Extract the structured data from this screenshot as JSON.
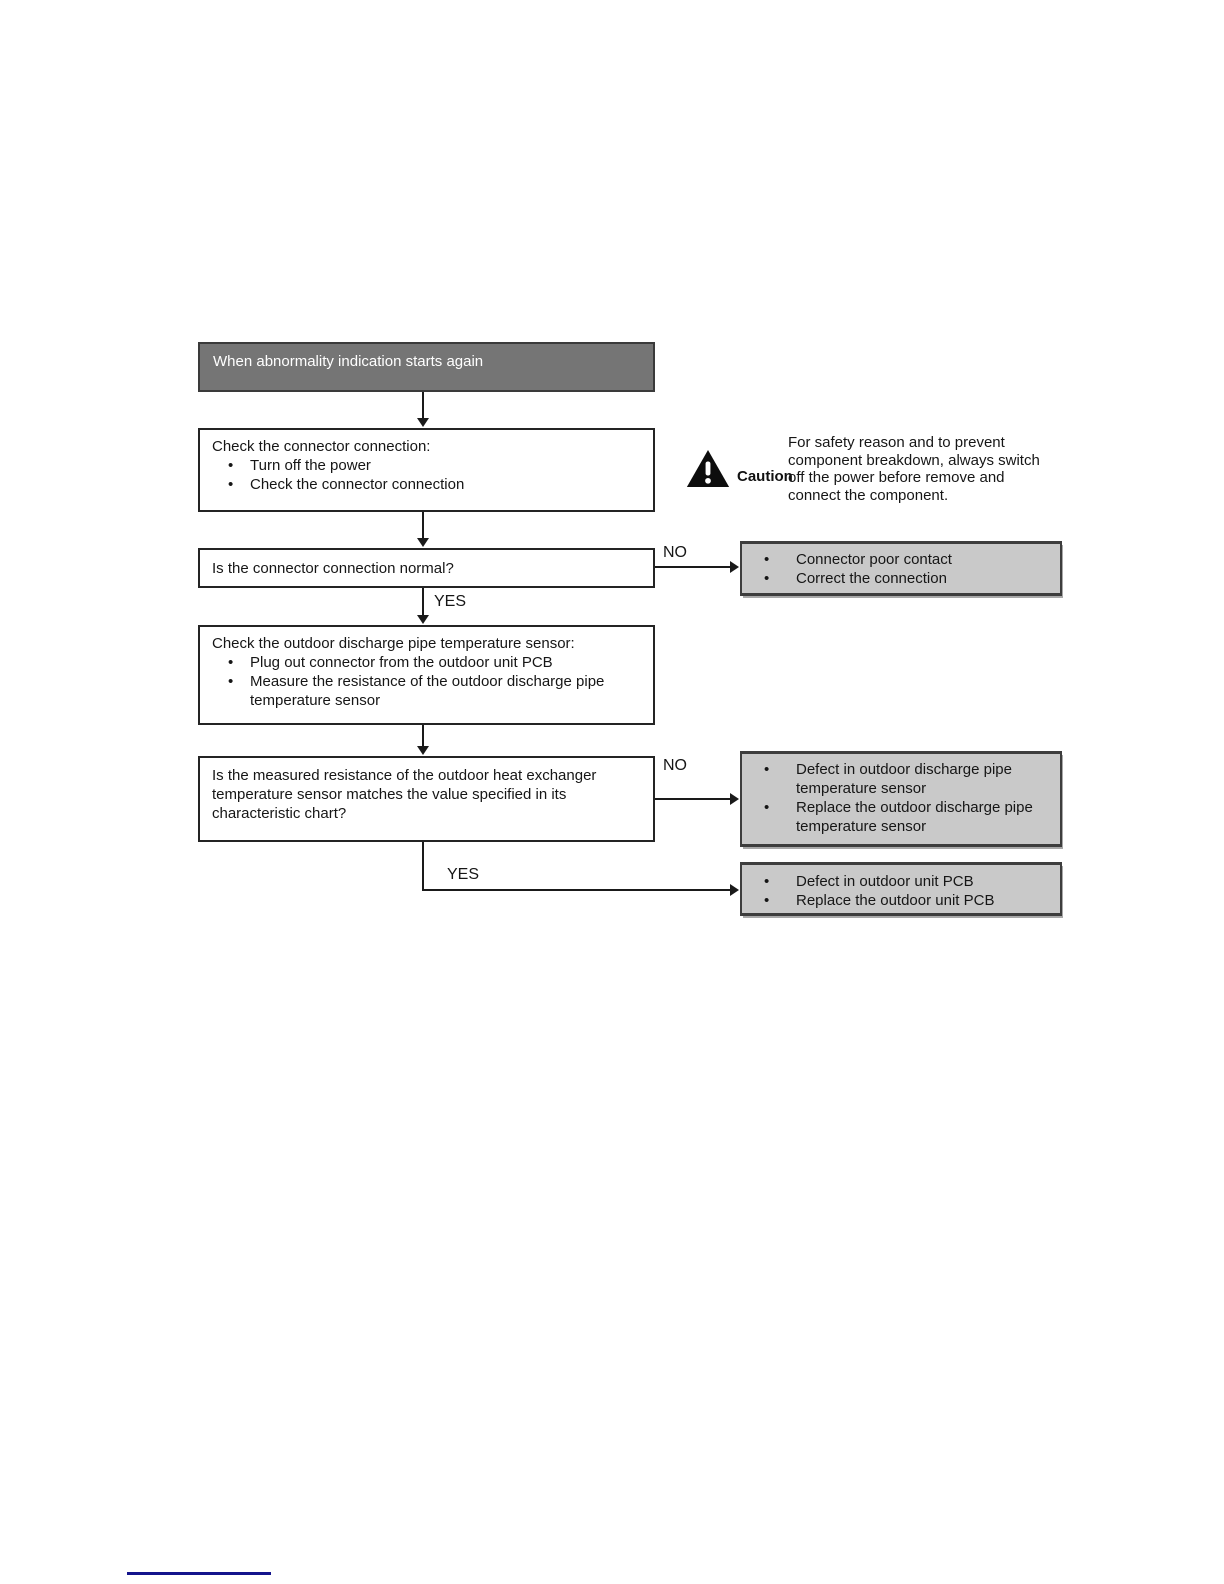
{
  "colors": {
    "start_box_fill": "#757575",
    "start_box_text": "#ffffff",
    "process_box_fill": "#ffffff",
    "result_box_fill": "#c9c9c9",
    "line_color": "#1a1a1a",
    "footer_rule_color": "#14148c"
  },
  "flowchart": {
    "bullet_char": "•",
    "start": "When abnormality indication starts again",
    "check_connector": {
      "title": "Check the connector connection:",
      "bullets": [
        "Turn off the power",
        "Check the connector connection"
      ]
    },
    "caution": {
      "label": "Caution",
      "note": "For safety reason and to prevent component breakdown, always switch off the power before remove and connect the component."
    },
    "q_connector": "Is the connector connection normal?",
    "labels": {
      "no": "NO",
      "yes": "YES"
    },
    "result_connector": {
      "bullets": [
        "Connector poor contact",
        "Correct the connection"
      ]
    },
    "check_sensor": {
      "title": "Check the outdoor discharge pipe temperature sensor:",
      "bullets": [
        "Plug out connector from the outdoor unit PCB",
        "Measure the resistance of the outdoor discharge pipe temperature sensor"
      ]
    },
    "q_resistance": "Is the measured resistance of the outdoor heat exchanger temperature sensor matches the value specified in its characteristic chart?",
    "result_sensor": {
      "bullets": [
        "Defect in outdoor discharge pipe temperature sensor",
        "Replace the outdoor discharge pipe temperature sensor"
      ]
    },
    "result_pcb": {
      "bullets": [
        "Defect in outdoor unit PCB",
        "Replace the outdoor unit PCB"
      ]
    }
  }
}
